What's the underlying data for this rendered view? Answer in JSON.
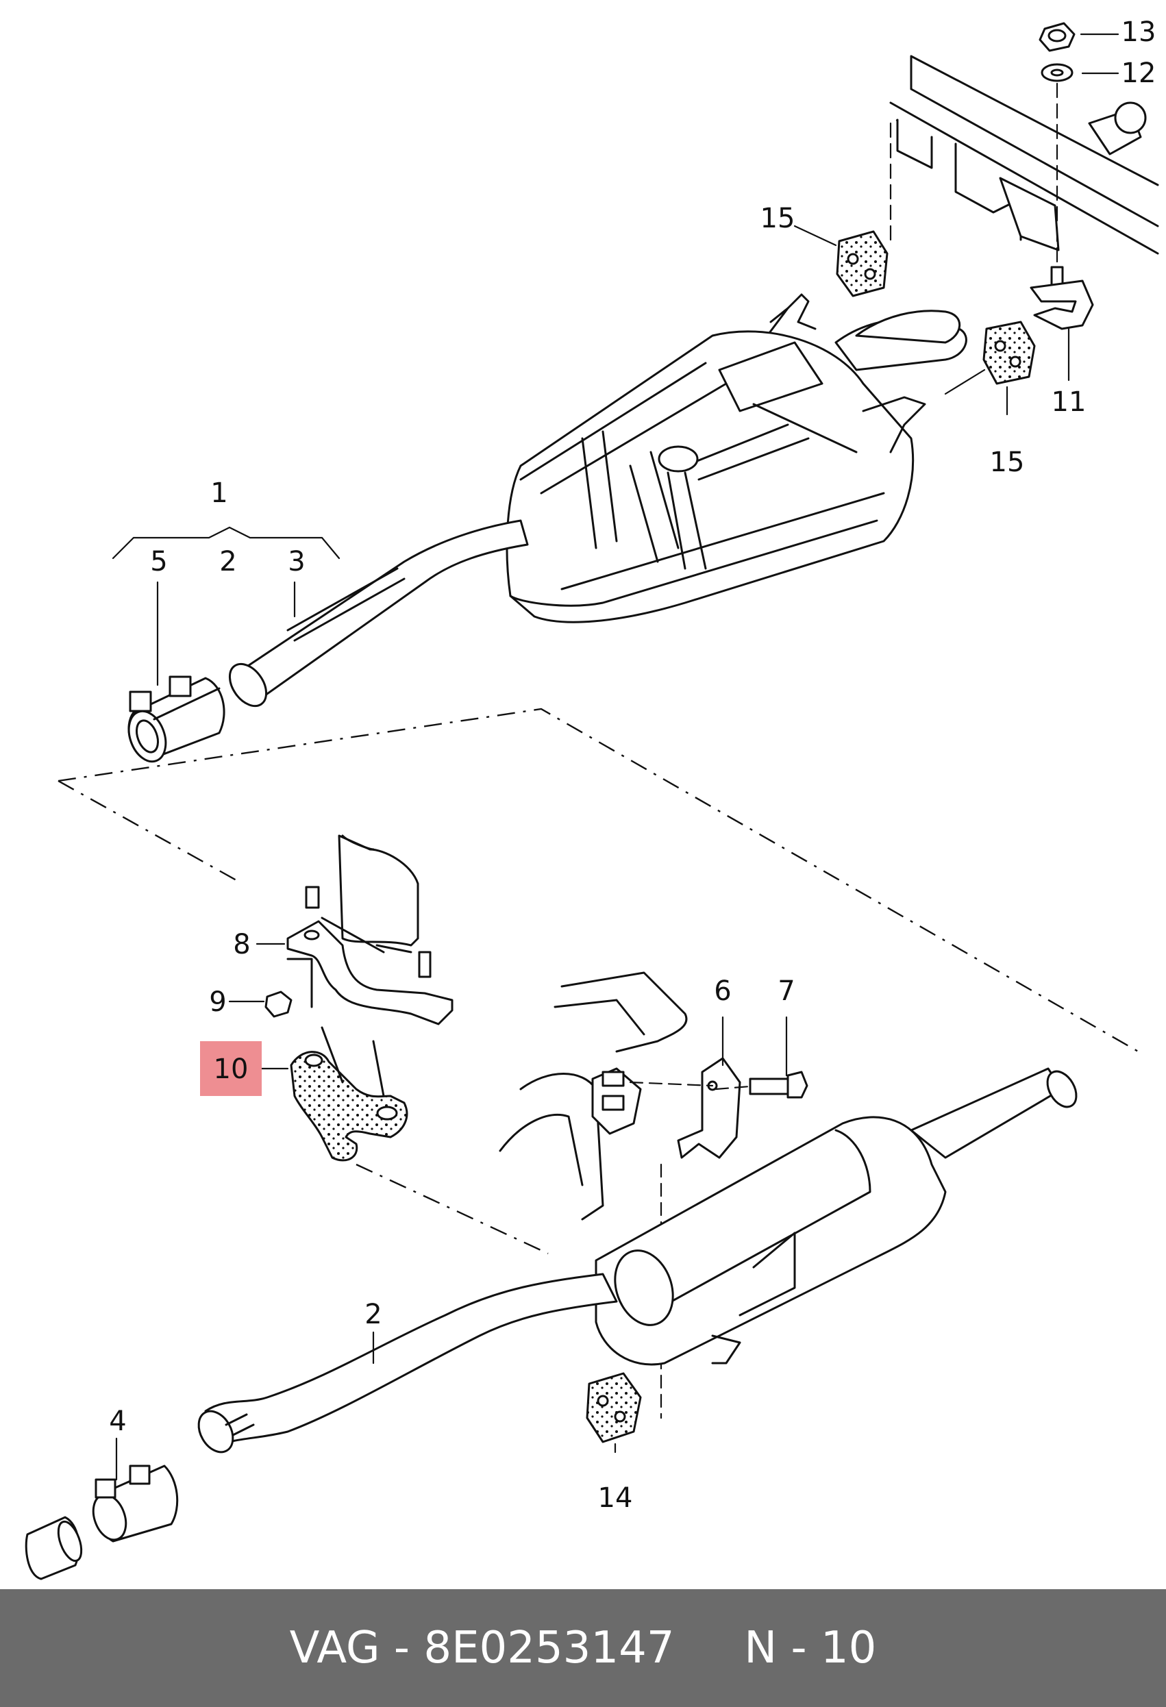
{
  "callouts": [
    {
      "id": "c1",
      "label": "1"
    },
    {
      "id": "c2a",
      "label": "2"
    },
    {
      "id": "c3",
      "label": "3"
    },
    {
      "id": "c5",
      "label": "5"
    },
    {
      "id": "c8",
      "label": "8"
    },
    {
      "id": "c9",
      "label": "9"
    },
    {
      "id": "c10",
      "label": "10",
      "highlighted": true
    },
    {
      "id": "c6",
      "label": "6"
    },
    {
      "id": "c7",
      "label": "7"
    },
    {
      "id": "c2b",
      "label": "2"
    },
    {
      "id": "c4",
      "label": "4"
    },
    {
      "id": "c14",
      "label": "14"
    },
    {
      "id": "c15a",
      "label": "15"
    },
    {
      "id": "c15b",
      "label": "15"
    },
    {
      "id": "c11",
      "label": "11"
    },
    {
      "id": "c12",
      "label": "12"
    },
    {
      "id": "c13",
      "label": "13"
    }
  ],
  "highlight_color": "#ee8e92",
  "footer": {
    "brand": "VAG",
    "part_number": "8E0253147",
    "ref": "N - 10",
    "background": "#6b6b6b"
  }
}
